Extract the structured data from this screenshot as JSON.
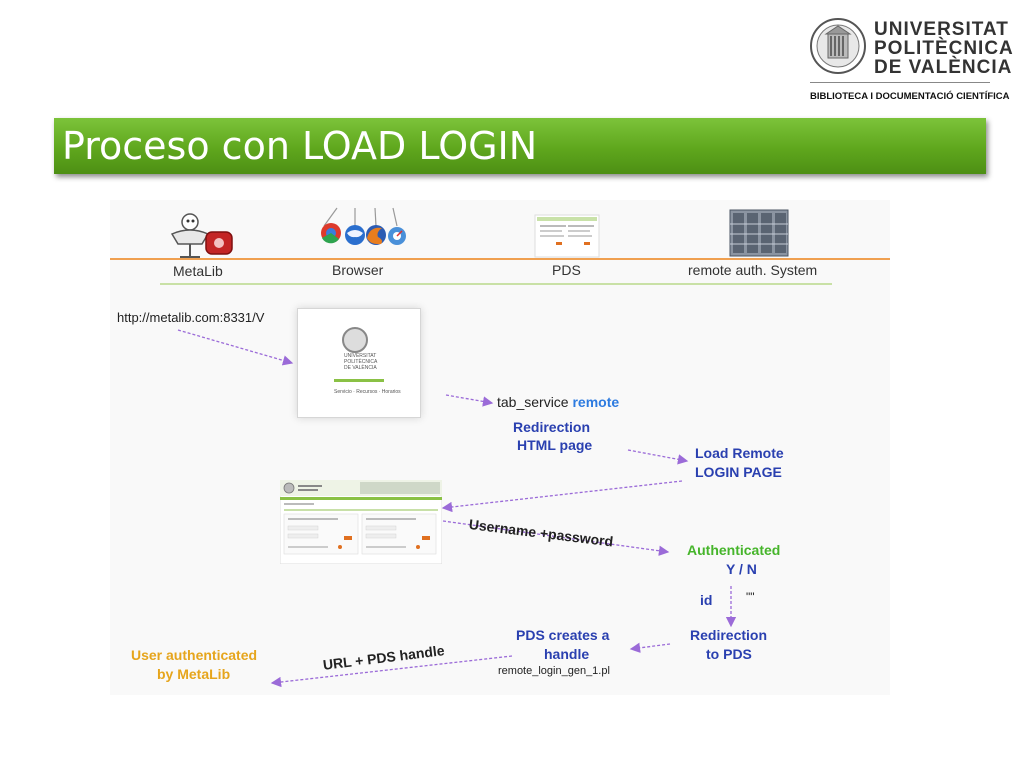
{
  "logo": {
    "line1": "UNIVERSITAT",
    "line2": "POLITÈCNICA",
    "line3": "DE VALÈNCIA",
    "subtitle": "BIBLIOTECA I DOCUMENTACIÓ CIENTÍFICA"
  },
  "title": "Proceso con LOAD LOGIN",
  "colors": {
    "title_bar": "#5fa71d",
    "arrow": "#9b6bd8",
    "step_blue": "#2a40b0",
    "step_green": "#46b52b",
    "step_orange": "#e6a51c"
  },
  "columns": {
    "metalib": "MetaLib",
    "browser": "Browser",
    "pds": "PDS",
    "remote": "remote auth. System"
  },
  "column_icons": [
    "robot-icon",
    "browser-logos-icon",
    "pds-screenshot-icon",
    "server-rack-icon"
  ],
  "mini_screen_1": {
    "line1": "UNIVERSITAT",
    "line2": "POLITÈCNICA",
    "line3": "DE VALÈNCIA",
    "footer": "Servicio · Recursos · Horarios"
  },
  "steps": {
    "url": "http://metalib.com:8331/V",
    "tab_service": "tab_service",
    "tab_service_highlight": "remote",
    "redirection_line1": "Redirection",
    "redirection_line2": "HTML page",
    "load_remote_line1": "Load Remote",
    "load_remote_line2": "LOGIN PAGE",
    "username_password": "Username +password",
    "authenticated_line1": "Authenticated",
    "authenticated_line2": "Y / N",
    "id": "id",
    "quotes": "\"\"",
    "redirection_pds_line1": "Redirection",
    "redirection_pds_line2": "to PDS",
    "pds_creates_line1": "PDS creates a",
    "pds_creates_line2": "handle",
    "remote_login_script": "remote_login_gen_1.pl",
    "url_pds_handle": "URL + PDS handle",
    "user_auth_line1": "User authenticated",
    "user_auth_line2": "by MetaLib"
  }
}
